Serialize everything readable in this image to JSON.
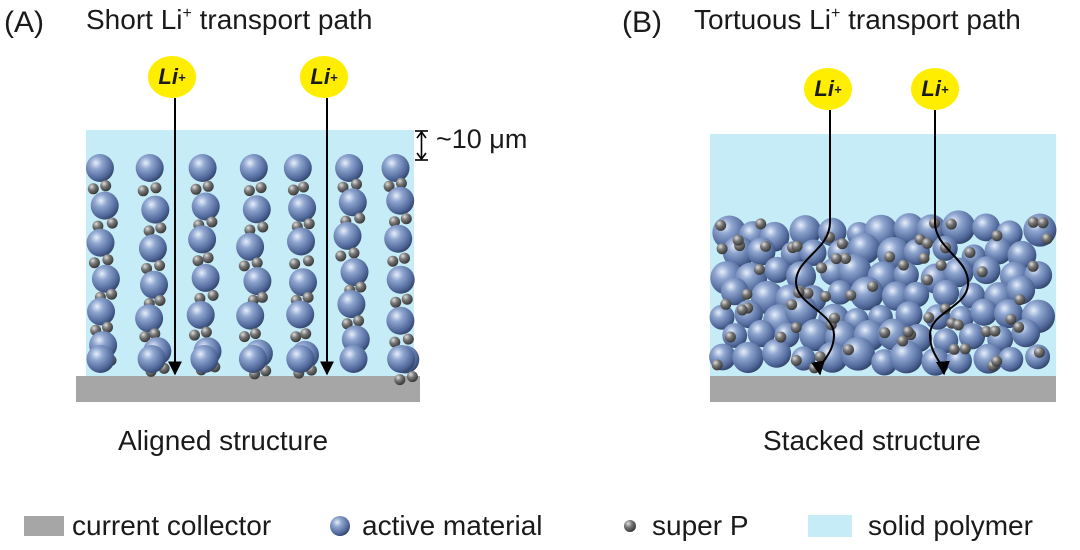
{
  "panels": [
    {
      "label": "(A)",
      "title_pre": "Short Li",
      "title_sup": "+",
      "title_post": " transport path",
      "caption": "Aligned structure",
      "ion_label": "Li",
      "ion_sup": "+",
      "scale_text": "~10 μm"
    },
    {
      "label": "(B)",
      "title_pre": "Tortuous Li",
      "title_sup": "+",
      "title_post": " transport path",
      "caption": "Stacked structure",
      "ion_label": "Li",
      "ion_sup": "+"
    }
  ],
  "legend": [
    {
      "label": "current collector",
      "icon": "gray-rectangle-icon"
    },
    {
      "label": "active material",
      "icon": "blue-sphere-icon"
    },
    {
      "label": "super P",
      "icon": "gray-small-sphere-icon"
    },
    {
      "label": "solid polymer",
      "icon": "light-blue-rectangle-icon"
    }
  ],
  "colors": {
    "solid_polymer": "#c6ecf8",
    "current_collector": "#a6a6a6",
    "active_material": "#5a78a8",
    "super_p": "#555555",
    "ion_badge": "#ffee00"
  }
}
